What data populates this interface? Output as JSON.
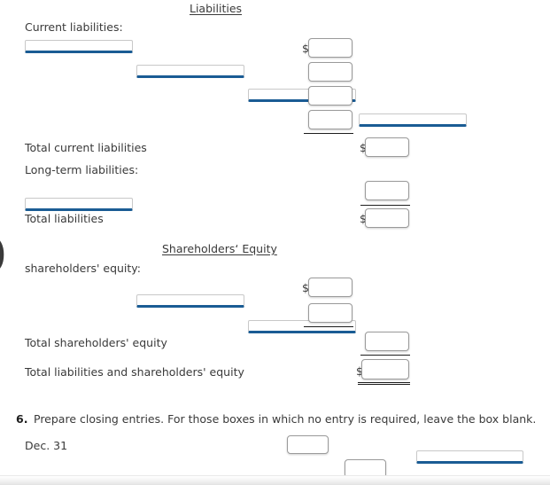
{
  "liabilities_section": {
    "heading": "Liabilities",
    "current_label": "Current liabilities:",
    "current_rows": [
      {
        "select_value": "",
        "dollar": "$",
        "amount": ""
      },
      {
        "select_value": "",
        "dollar": "",
        "amount": ""
      },
      {
        "select_value": "",
        "dollar": "",
        "amount": ""
      },
      {
        "select_value": "",
        "dollar": "",
        "amount": ""
      }
    ],
    "total_current_label": "Total current liabilities",
    "total_current_dollar": "$",
    "total_current_amount": "",
    "longterm_label": "Long-term liabilities:",
    "longterm_row": {
      "select_value": "",
      "amount": ""
    },
    "total_liabilities_label": "Total liabilities",
    "total_liabilities_dollar": "$",
    "total_liabilities_amount": ""
  },
  "equity_section": {
    "heading": "Shareholders‘ Equity",
    "edge_glyph": ")",
    "subheading": "shareholders' equity:",
    "rows": [
      {
        "select_value": "",
        "dollar": "$",
        "amount": ""
      },
      {
        "select_value": "",
        "dollar": "",
        "amount": ""
      }
    ],
    "total_equity_label": "Total shareholders' equity",
    "total_equity_amount": "",
    "total_liab_equity_label": "Total liabilities and shareholders' equity",
    "total_liab_equity_dollar": "$",
    "total_liab_equity_amount": ""
  },
  "closing_entries": {
    "number": "6.",
    "instruction": "Prepare closing entries. For those boxes in which no entry is required, leave the box blank.",
    "date_label": "Dec. 31",
    "rows": [
      {
        "account_value": "",
        "debit": "",
        "credit": ""
      },
      {
        "account_value": "",
        "debit": "",
        "credit": ""
      }
    ]
  },
  "colors": {
    "select_underline": "#1a5c94",
    "box_border": "#9a9a9a",
    "text": "#3a3a3a",
    "rule": "#1d1d1d"
  }
}
